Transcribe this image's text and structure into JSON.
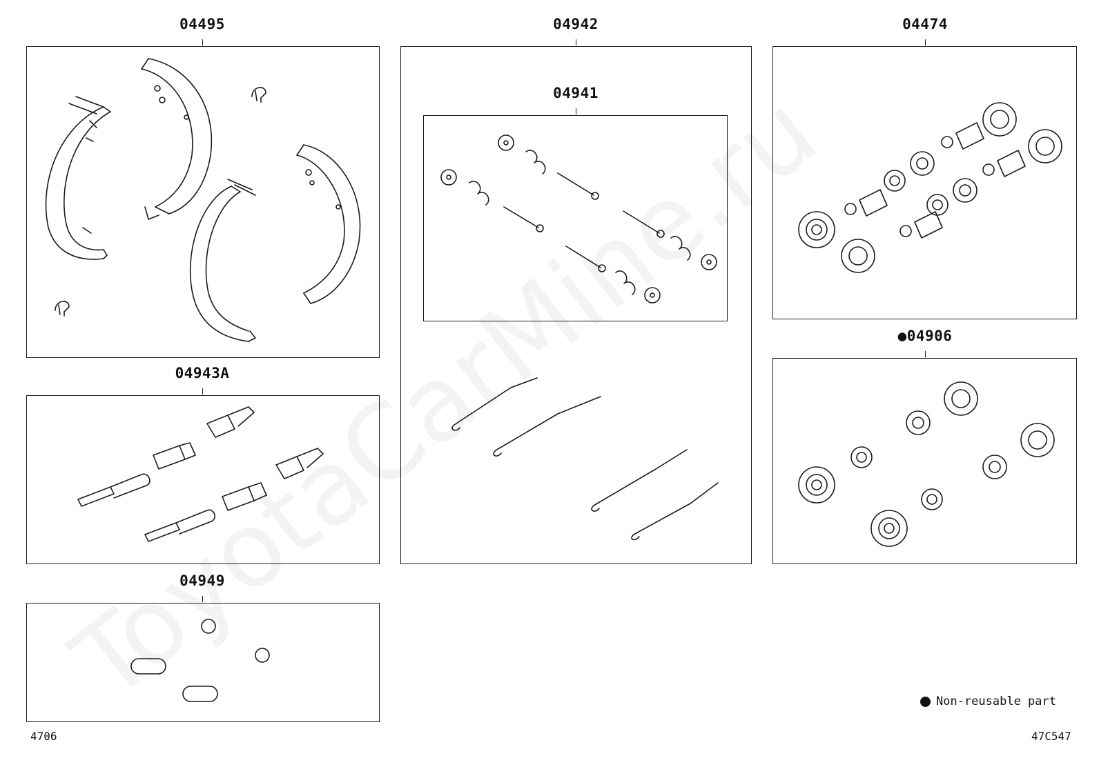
{
  "groups": [
    {
      "id": "g04495",
      "label": "04495"
    },
    {
      "id": "g04942",
      "label": "04942"
    },
    {
      "id": "g04474",
      "label": "04474"
    },
    {
      "id": "g04941",
      "label": "04941"
    },
    {
      "id": "g04943a",
      "label": "04943A"
    },
    {
      "id": "g04906",
      "label": "04906"
    },
    {
      "id": "g04949",
      "label": "04949"
    }
  ],
  "legend": {
    "marker": "●",
    "text": "Non-reusable part"
  },
  "footer": {
    "left_code": "4706",
    "right_code": "47C547"
  },
  "watermark": "ToyotaCarMine.ru"
}
